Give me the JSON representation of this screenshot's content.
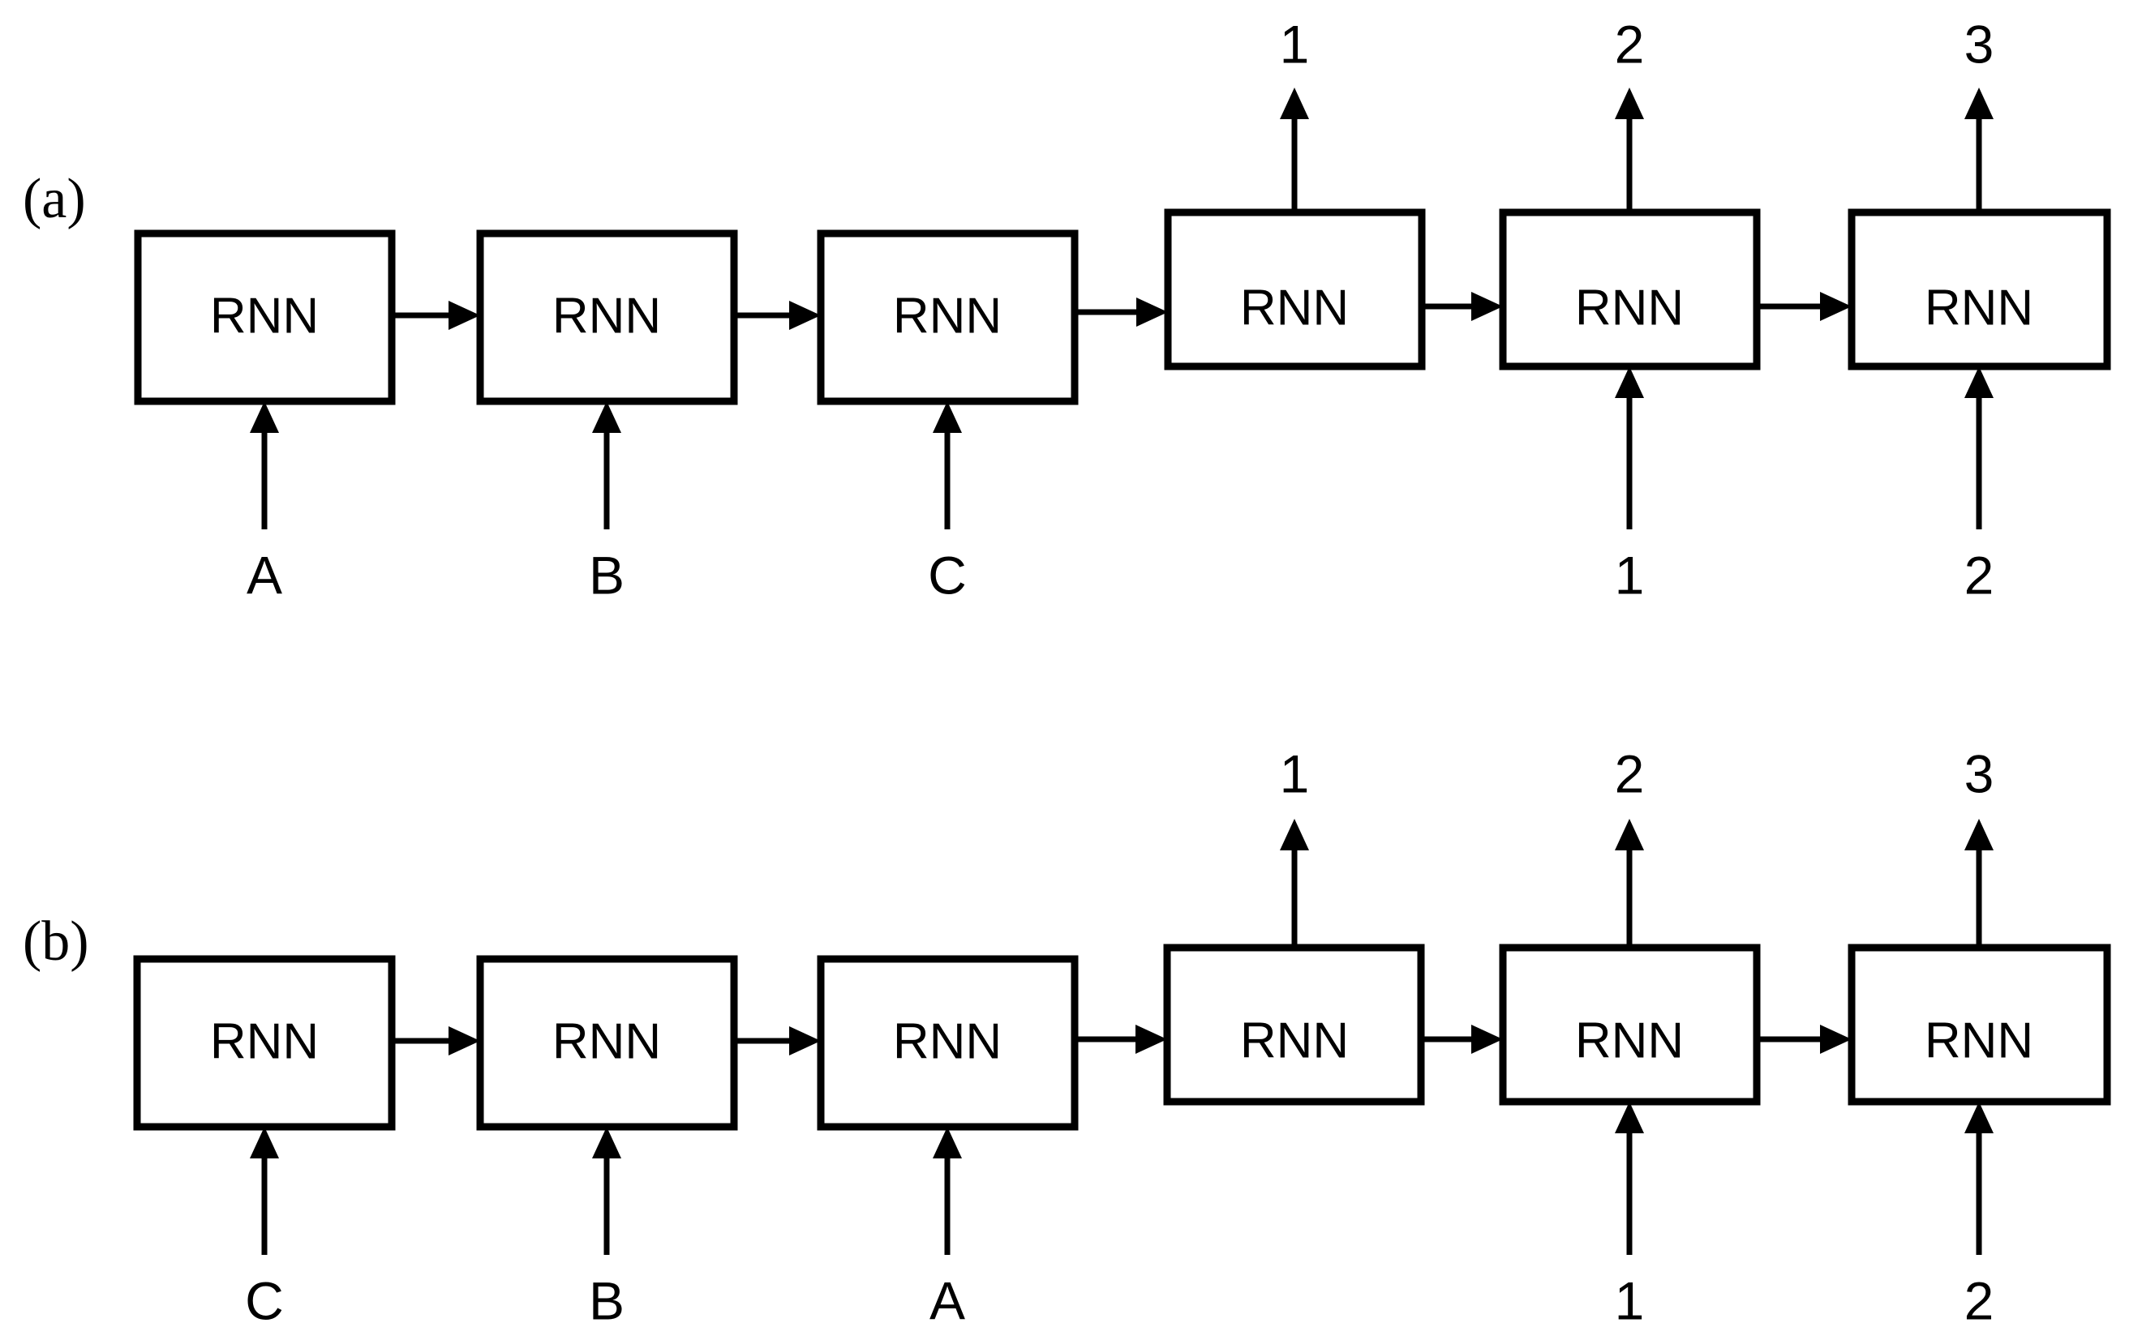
{
  "figure": {
    "background_color": "#ffffff",
    "stroke_color": "#000000",
    "panels": [
      {
        "id": "a",
        "label": "(a)",
        "cells": [
          {
            "label": "RNN",
            "role": "encoder",
            "input": "A",
            "output": null
          },
          {
            "label": "RNN",
            "role": "encoder",
            "input": "B",
            "output": null
          },
          {
            "label": "RNN",
            "role": "encoder",
            "input": "C",
            "output": null
          },
          {
            "label": "RNN",
            "role": "decoder",
            "input": null,
            "output": "1"
          },
          {
            "label": "RNN",
            "role": "decoder",
            "input": "1",
            "output": "2"
          },
          {
            "label": "RNN",
            "role": "decoder",
            "input": "2",
            "output": "3"
          }
        ],
        "input_sequence": [
          "A",
          "B",
          "C"
        ],
        "decoder_input_sequence": [
          "1",
          "2"
        ],
        "output_sequence": [
          "1",
          "2",
          "3"
        ]
      },
      {
        "id": "b",
        "label": "(b)",
        "cells": [
          {
            "label": "RNN",
            "role": "encoder",
            "input": "C",
            "output": null
          },
          {
            "label": "RNN",
            "role": "encoder",
            "input": "B",
            "output": null
          },
          {
            "label": "RNN",
            "role": "encoder",
            "input": "A",
            "output": null
          },
          {
            "label": "RNN",
            "role": "decoder",
            "input": null,
            "output": "1"
          },
          {
            "label": "RNN",
            "role": "decoder",
            "input": "1",
            "output": "2"
          },
          {
            "label": "RNN",
            "role": "decoder",
            "input": "2",
            "output": "3"
          }
        ],
        "input_sequence": [
          "C",
          "B",
          "A"
        ],
        "decoder_input_sequence": [
          "1",
          "2"
        ],
        "output_sequence": [
          "1",
          "2",
          "3"
        ]
      }
    ]
  }
}
